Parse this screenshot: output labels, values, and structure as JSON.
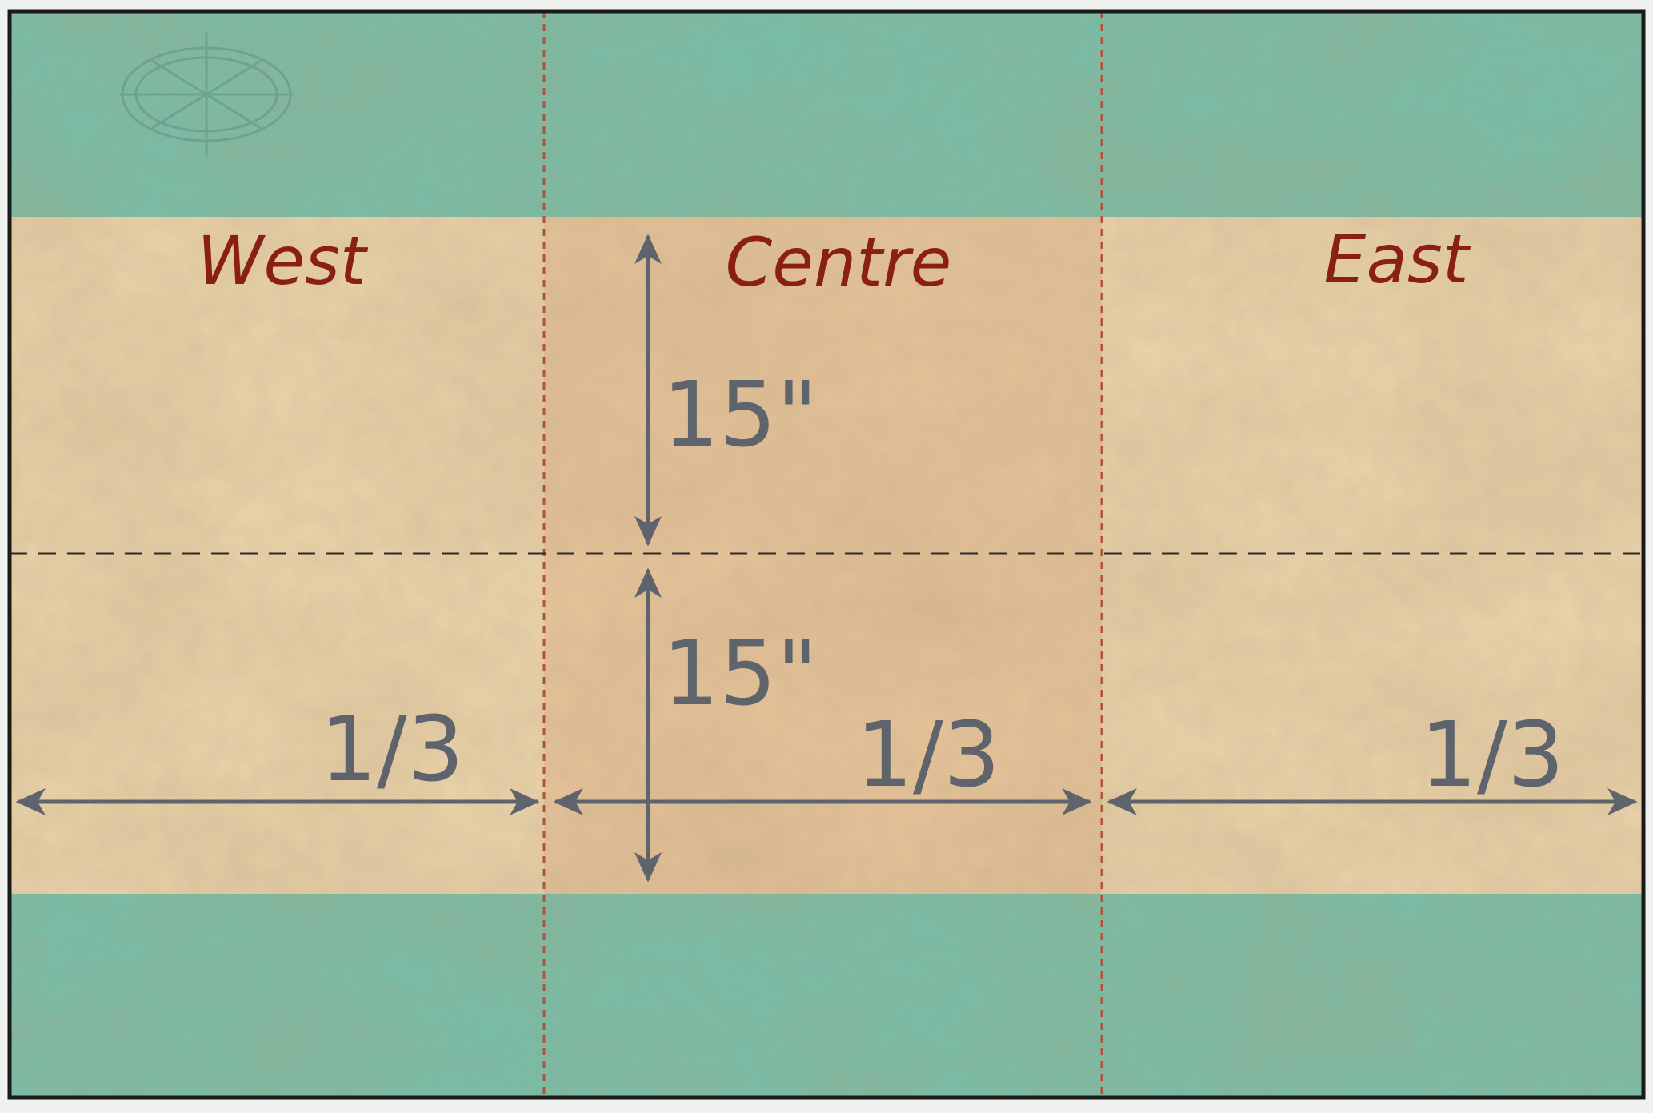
{
  "regions": [
    {
      "label": "West",
      "width_label": "1/3"
    },
    {
      "label": "Centre",
      "width_label": "1/3"
    },
    {
      "label": "East",
      "width_label": "1/3"
    }
  ],
  "height_labels": {
    "upper": "15\"",
    "lower": "15\""
  },
  "colors": {
    "sea": "#72c1ac",
    "parchment": "#efd7ae",
    "centre_tint": "#e6b98e",
    "frame": "#1a1a1a",
    "region_label": "#8a1f14",
    "dimension": "#5f636b",
    "column_divider": "#b0533c",
    "centre_line": "#2b2b2b"
  }
}
